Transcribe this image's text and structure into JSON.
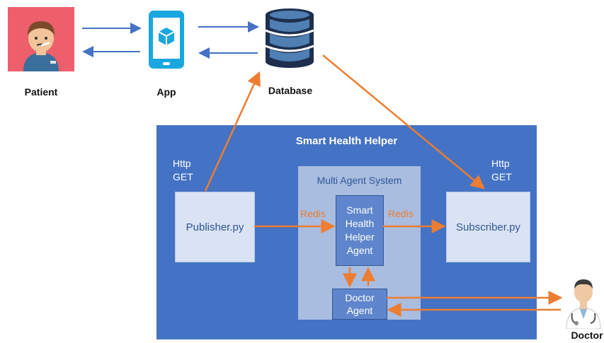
{
  "labels": {
    "patient": "Patient",
    "app": "App",
    "database": "Database",
    "doctor": "Doctor"
  },
  "system": {
    "title": "Smart Health Helper",
    "http_left": [
      "Http",
      "GET"
    ],
    "http_right": [
      "Http",
      "GET"
    ],
    "publisher": "Publisher.py",
    "subscriber": "Subscriber.py",
    "mas_title": "Multi Agent System",
    "redis_left": "Redis",
    "redis_right": "Redis",
    "smart_agent": [
      "Smart",
      "Health",
      "Helper",
      "Agent"
    ],
    "doctor_agent": [
      "Doctor",
      "Agent"
    ]
  },
  "colors": {
    "system_blue": "#4472c4",
    "orange_arrow": "#ed7d31",
    "blue_arrow": "#4472c4",
    "patient_bg": "#ec5f6b"
  },
  "icons": [
    "patient-icon",
    "phone-app-icon",
    "database-icon",
    "doctor-icon"
  ]
}
